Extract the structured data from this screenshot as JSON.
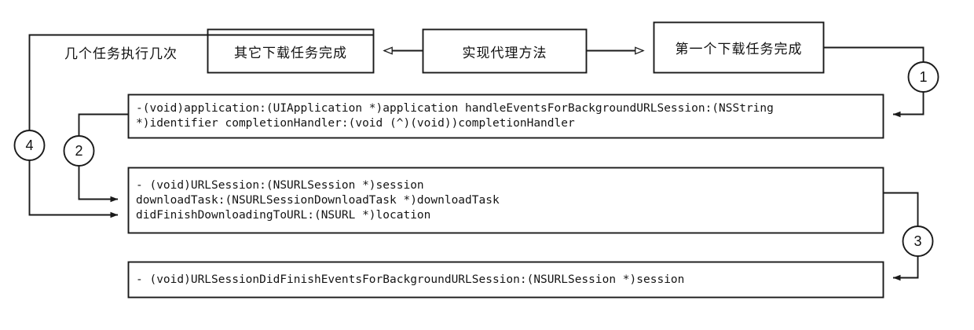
{
  "diagram": {
    "title_text": "几个任务执行几次",
    "boxes": [
      {
        "id": "other-tasks-done",
        "label": "其它下载任务完成"
      },
      {
        "id": "implement-delegate",
        "label": "实现代理方法"
      },
      {
        "id": "first-task-done",
        "label": "第一个下载任务完成"
      }
    ],
    "code_boxes": [
      {
        "id": "app-handle-events",
        "line1": "-(void)application:(UIApplication *)application handleEventsForBackgroundURLSession:(NSString",
        "line2": "*)identifier completionHandler:(void (^)(void))completionHandler"
      },
      {
        "id": "url-session-did-finish-downloading",
        "line1": "- (void)URLSession:(NSURLSession *)session",
        "line2": "downloadTask:(NSURLSessionDownloadTask *)downloadTask",
        "line3": "didFinishDownloadingToURL:(NSURL *)location"
      },
      {
        "id": "url-session-did-finish-events",
        "line1": "- (void)URLSessionDidFinishEventsForBackgroundURLSession:(NSURLSession *)session"
      }
    ],
    "step_markers": [
      {
        "id": "step-1",
        "label": "1"
      },
      {
        "id": "step-2",
        "label": "2"
      },
      {
        "id": "step-3",
        "label": "3"
      },
      {
        "id": "step-4",
        "label": "4"
      }
    ],
    "colors": {
      "stroke": "#1a1a1a",
      "text": "#111111",
      "background": "#ffffff"
    }
  }
}
